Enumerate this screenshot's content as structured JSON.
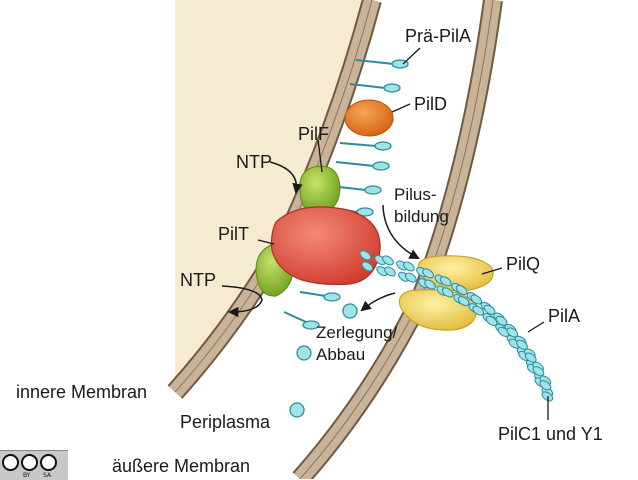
{
  "labels": {
    "pre_pila": "Prä-PilA",
    "pild": "PilD",
    "pilf": "PilF",
    "ntp_top": "NTP",
    "pilus_line1": "Pilus-",
    "pilus_line2": "bildung",
    "pilt": "PilT",
    "pilq": "PilQ",
    "ntp_bottom": "NTP",
    "pila": "PilA",
    "zerlegung_line1": "Zerlegung/",
    "zerlegung_line2": "Abbau",
    "innere_membran": "innere Membran",
    "periplasma": "Periplasma",
    "pilc1": "PilC1 und Y1",
    "aeussere_membran": "äußere Membran"
  },
  "license": {
    "by": "BY",
    "sa": "SA"
  },
  "colors": {
    "cytoplasm": "#f6ead0",
    "membrane": "#c9b497",
    "membrane_edge": "#6e5a45",
    "pilin": "#9fe3ea",
    "pilin_edge": "#2c8c99",
    "pild": "#e8771d",
    "pilf": "#92c23a",
    "pilt": "#e45a4b",
    "pilq": "#f3d868"
  }
}
